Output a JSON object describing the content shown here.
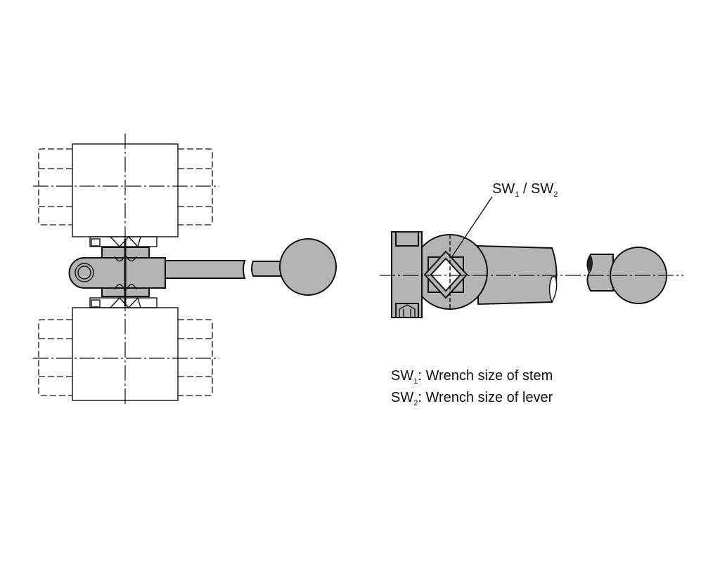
{
  "callout": {
    "sw1": "SW",
    "sub1": "1",
    "sep": " / ",
    "sw2": "SW",
    "sub2": "2"
  },
  "legend": [
    {
      "code": "SW",
      "sub": "1",
      "text": ": Wrench size of stem"
    },
    {
      "code": "SW",
      "sub": "2",
      "text": ": Wrench size of lever"
    }
  ],
  "colors": {
    "part_fill": "#b4b4b4",
    "line": "#111111"
  }
}
